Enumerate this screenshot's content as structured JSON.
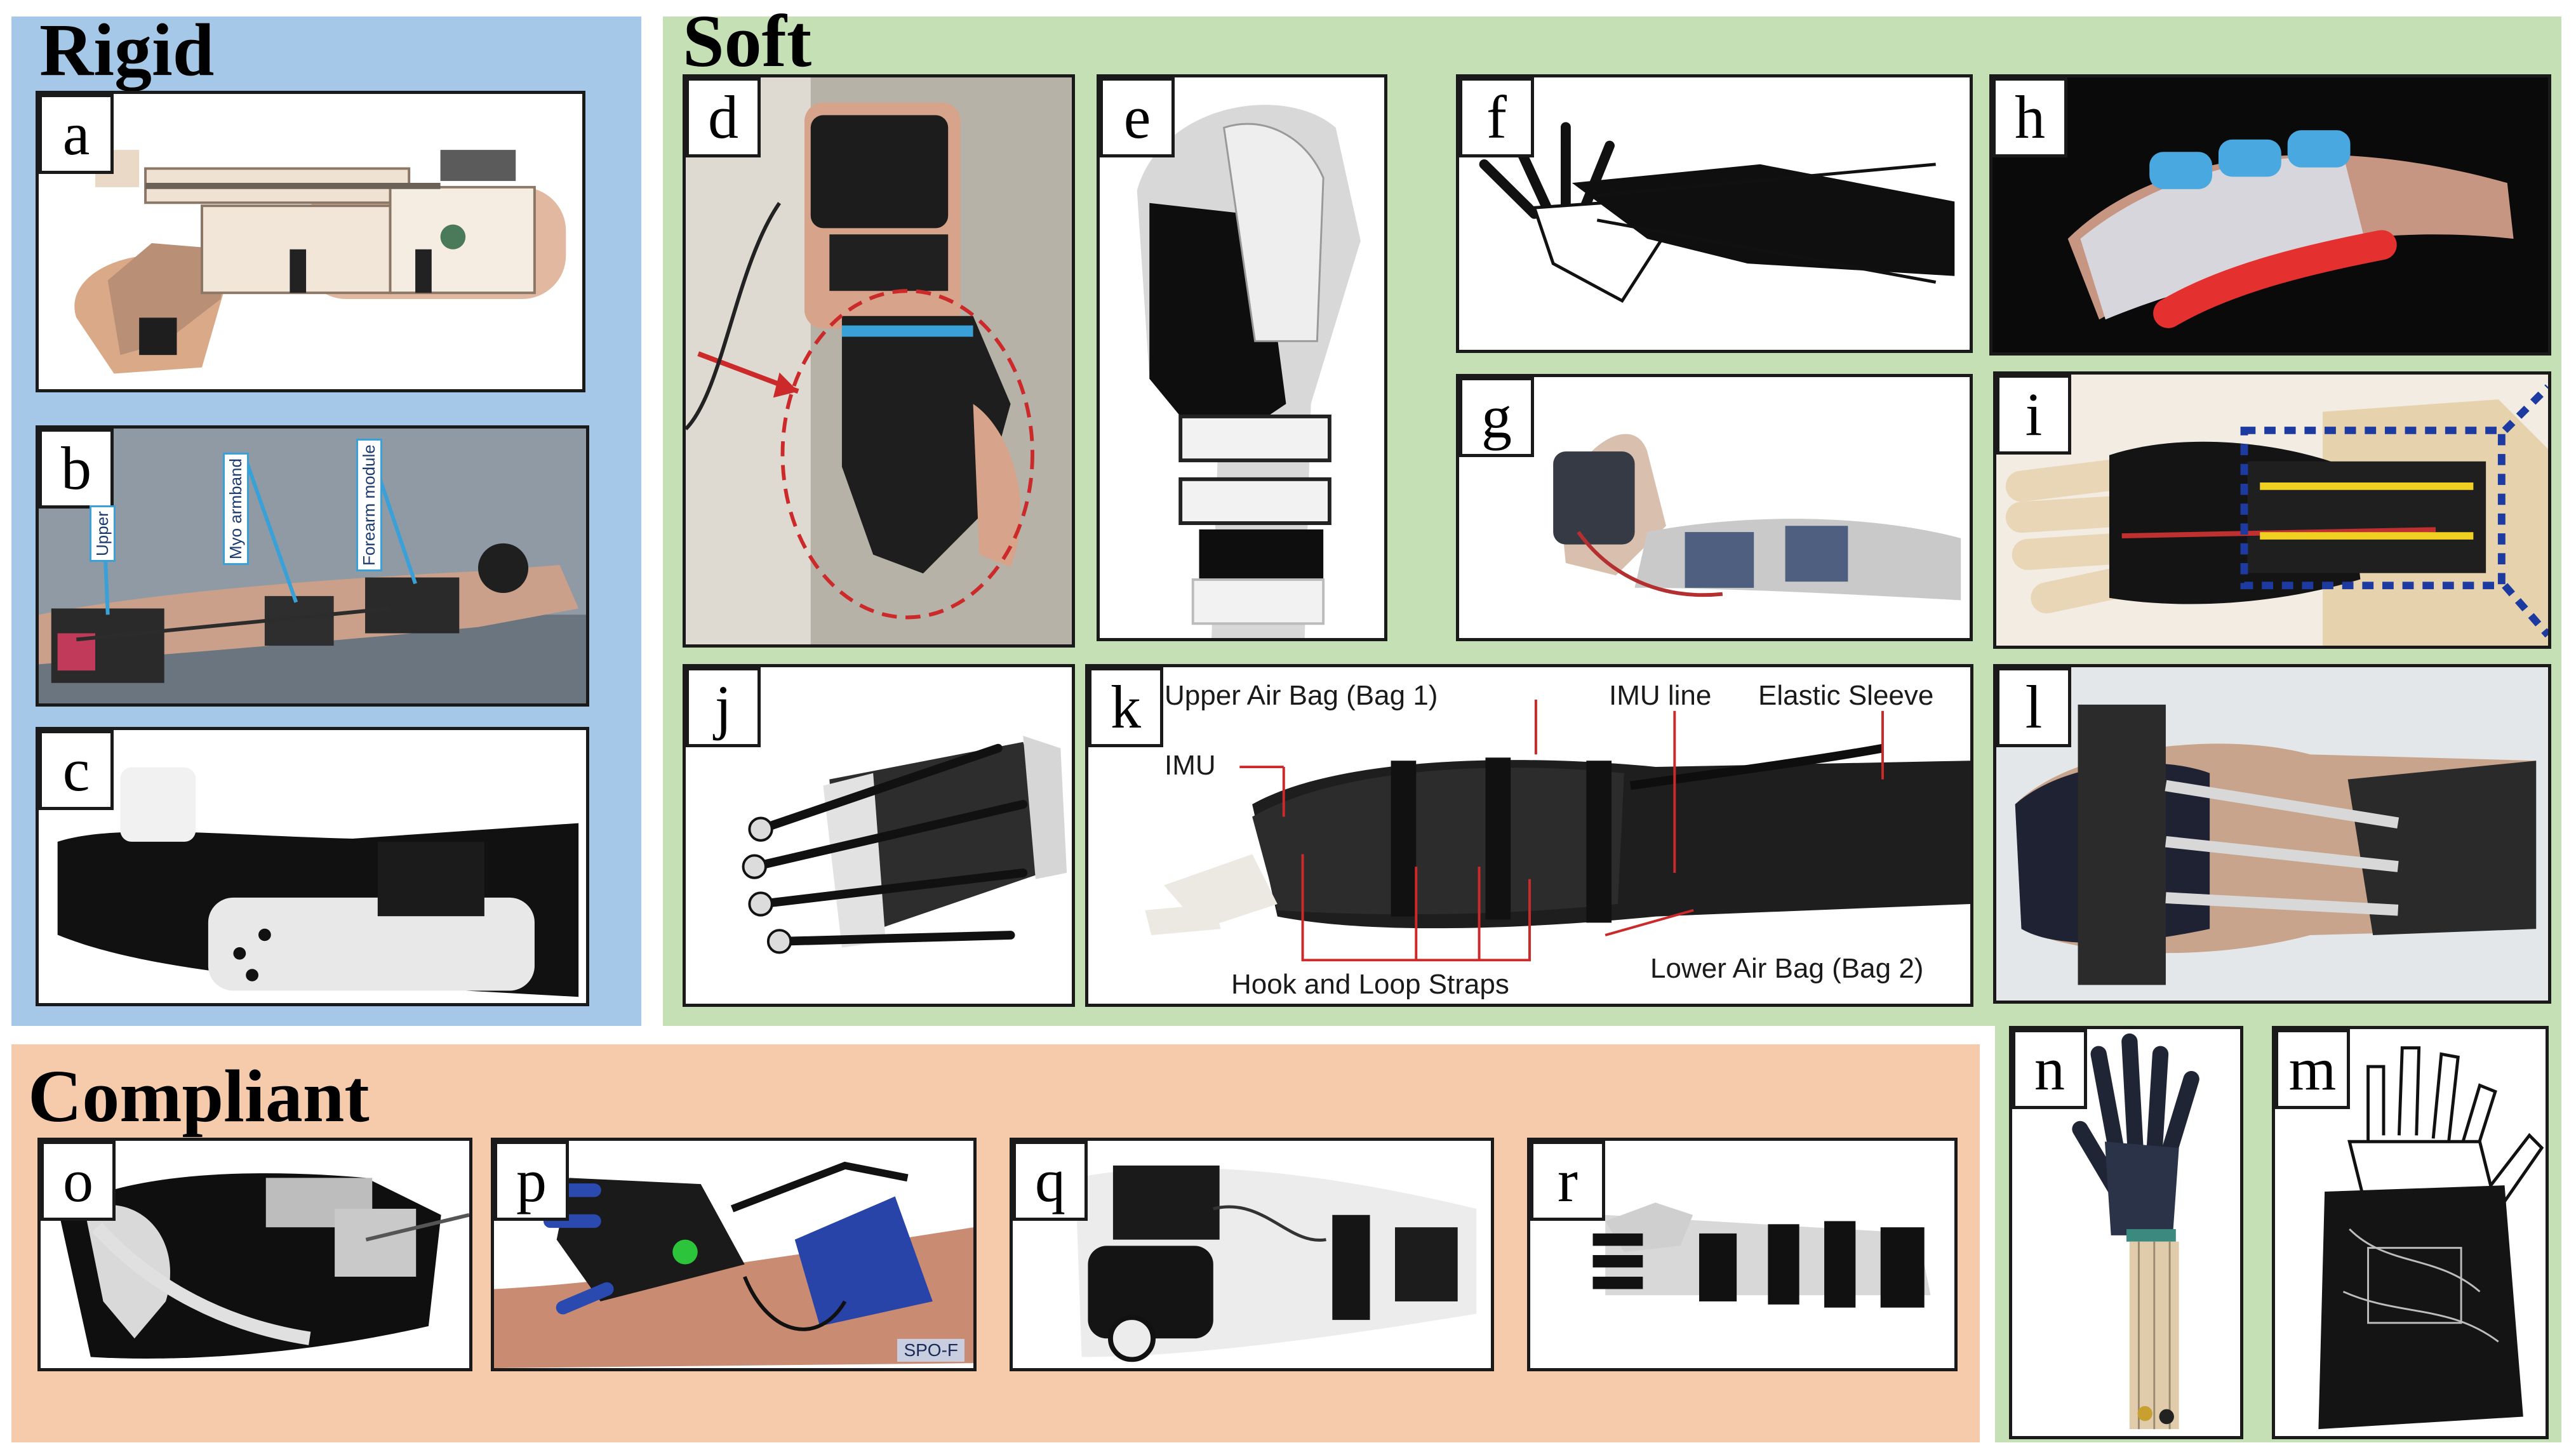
{
  "colors": {
    "rigid_bg": "#a6c8e8",
    "soft_bg": "#c5e0b5",
    "compliant_bg": "#f5cbac",
    "panel_border": "#1a1a1a"
  },
  "sections": {
    "rigid": {
      "title": "Rigid"
    },
    "soft": {
      "title": "Soft"
    },
    "compliant": {
      "title": "Compliant"
    }
  },
  "panels": {
    "a": {
      "label": "a"
    },
    "b": {
      "label": "b",
      "annotations": [
        "Upper",
        "Myo armband",
        "Forearm module"
      ]
    },
    "c": {
      "label": "c"
    },
    "d": {
      "label": "d"
    },
    "e": {
      "label": "e"
    },
    "f": {
      "label": "f"
    },
    "g": {
      "label": "g"
    },
    "h": {
      "label": "h"
    },
    "i": {
      "label": "i"
    },
    "j": {
      "label": "j"
    },
    "k": {
      "label": "k",
      "annotations": [
        "Upper Air Bag (Bag 1)",
        "IMU line",
        "Elastic Sleeve",
        "IMU",
        "Hook and Loop Straps",
        "Lower Air Bag (Bag 2)"
      ]
    },
    "l": {
      "label": "l"
    },
    "m": {
      "label": "m"
    },
    "n": {
      "label": "n"
    },
    "o": {
      "label": "o"
    },
    "p": {
      "label": "p",
      "badge": "SPO-F"
    },
    "q": {
      "label": "q"
    },
    "r": {
      "label": "r"
    }
  }
}
